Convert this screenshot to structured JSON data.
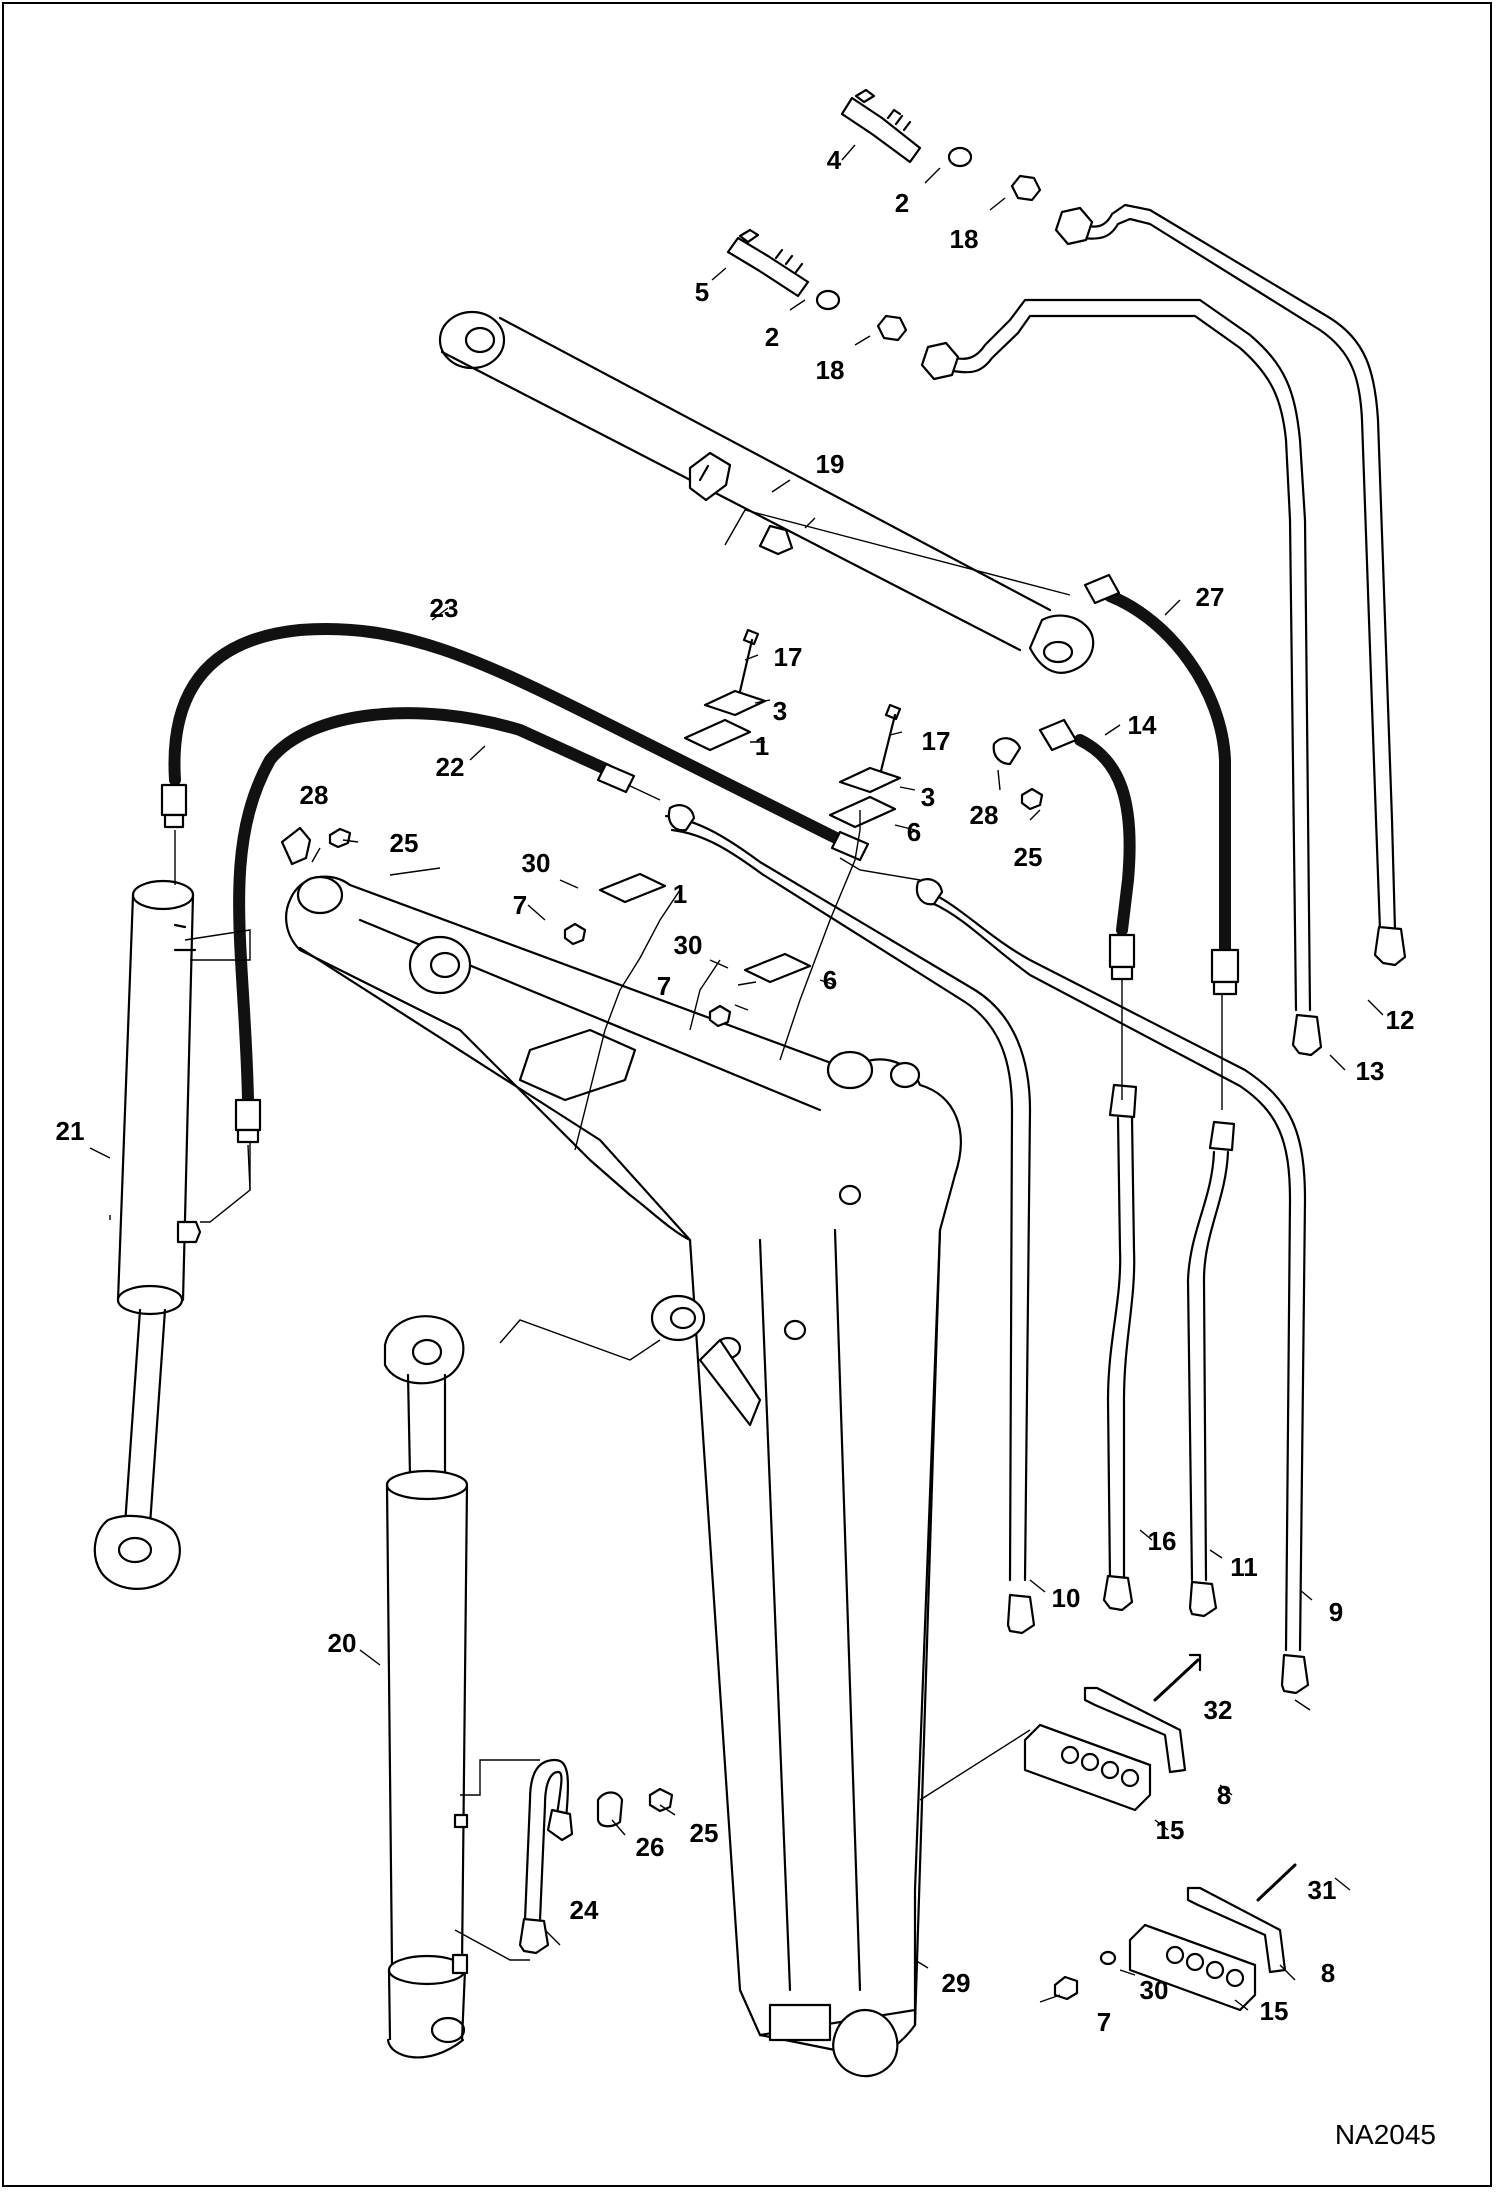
{
  "drawing_code": "NA2045",
  "callouts": [
    "4",
    "2",
    "18",
    "5",
    "2",
    "18",
    "19",
    "27",
    "12",
    "13",
    "23",
    "17",
    "3",
    "1",
    "17",
    "3",
    "14",
    "28",
    "25",
    "22",
    "28",
    "25",
    "6",
    "30",
    "1",
    "7",
    "30",
    "6",
    "7",
    "21",
    "16",
    "11",
    "10",
    "9",
    "20",
    "32",
    "8",
    "15",
    "25",
    "26",
    "24",
    "31",
    "8",
    "30",
    "7",
    "15",
    "29"
  ],
  "colors": {
    "line": "#000000",
    "hose": "#111111",
    "background": "#ffffff"
  }
}
